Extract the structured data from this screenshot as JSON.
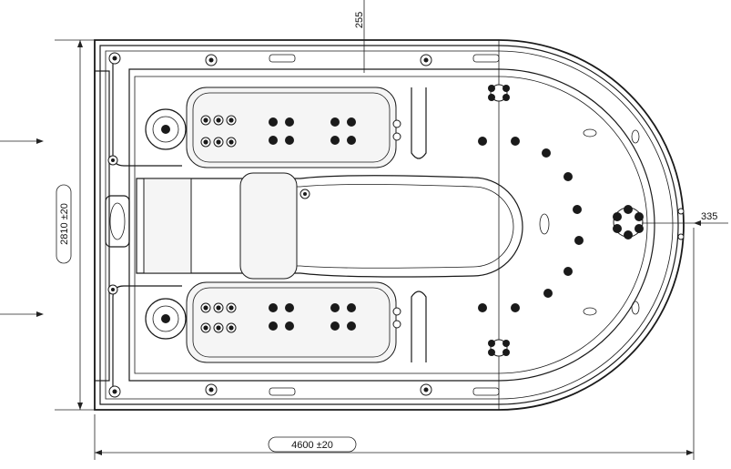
{
  "drawing": {
    "line_color": "#1a1a1a",
    "background": "#ffffff"
  },
  "dimensions": {
    "width_label": "4600 ±20",
    "height_label": "2810 ±20",
    "top_offset_label": "255",
    "right_offset_label": "335"
  }
}
